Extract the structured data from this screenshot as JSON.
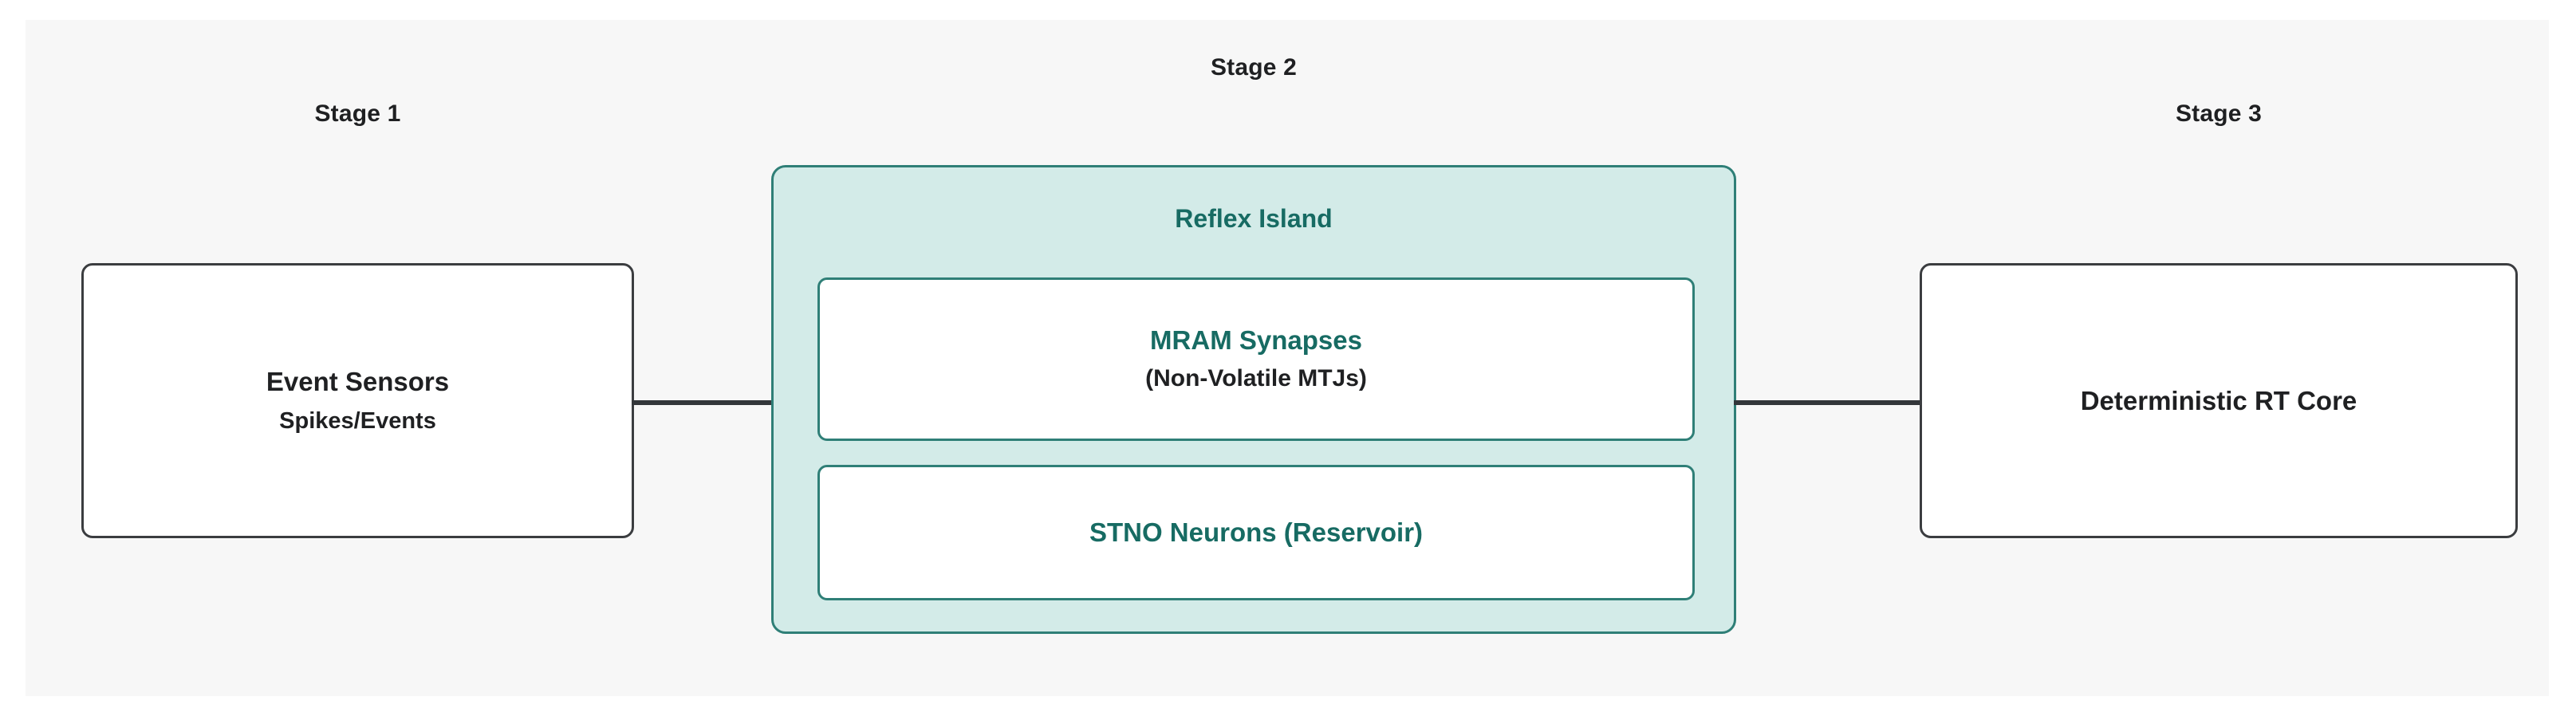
{
  "diagram": {
    "type": "flowchart",
    "background_color": "#f7f7f7",
    "accent_color": "#176b63",
    "island_fill_color": "#d3ebe8",
    "node_border_color": "#3b3d40",
    "connector_color": "#33363a"
  },
  "stages": {
    "stage1": {
      "label": "Stage 1",
      "node": {
        "title": "Event Sensors",
        "subtitle": "Spikes/Events"
      }
    },
    "stage2": {
      "label": "Stage 2",
      "island": {
        "title": "Reflex Island",
        "boxes": [
          {
            "title": "MRAM Synapses",
            "subtitle": "(Non-Volatile MTJs)"
          },
          {
            "title": "STNO Neurons (Reservoir)",
            "subtitle": ""
          }
        ]
      }
    },
    "stage3": {
      "label": "Stage 3",
      "node": {
        "title": "Deterministic RT Core",
        "subtitle": ""
      }
    }
  },
  "connectors": [
    {
      "from": "Event Sensors",
      "to": "Reflex Island"
    },
    {
      "from": "Reflex Island",
      "to": "Deterministic RT Core"
    }
  ]
}
